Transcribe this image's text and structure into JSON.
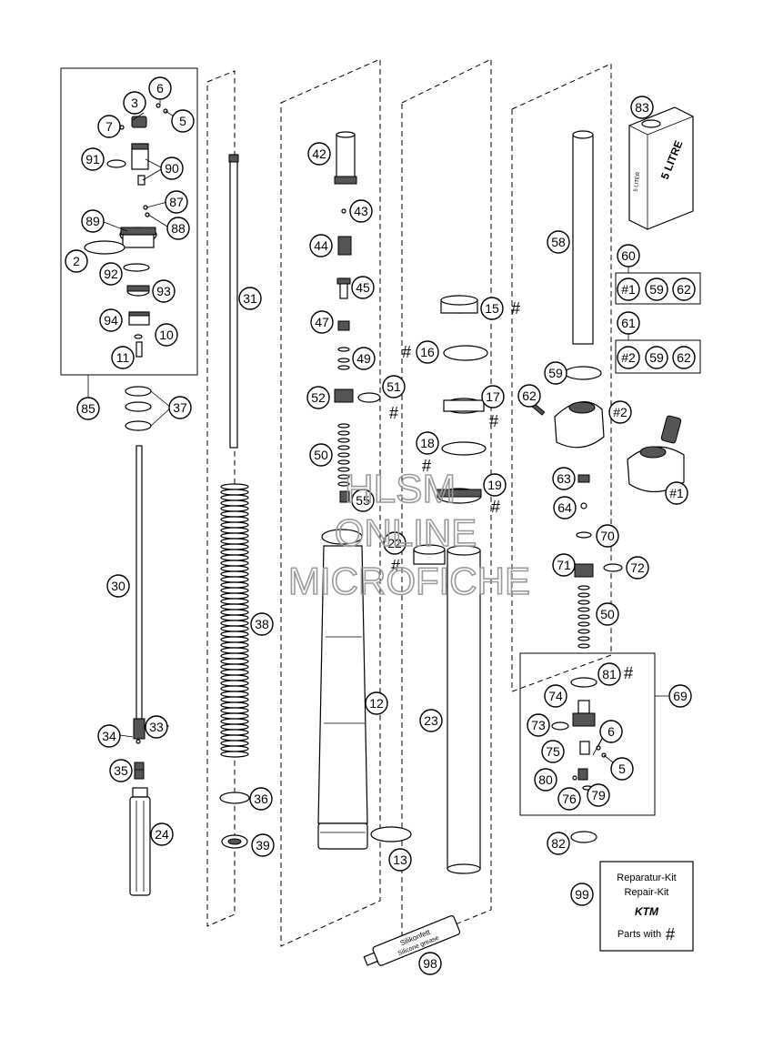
{
  "callouts": {
    "p3": "3",
    "p6a": "6",
    "p5a": "5",
    "p7": "7",
    "p91": "91",
    "p90": "90",
    "p87": "87",
    "p88": "88",
    "p89": "89",
    "p2": "2",
    "p92": "92",
    "p93": "93",
    "p94": "94",
    "p10": "10",
    "p11": "11",
    "p85": "85",
    "p37": "37",
    "p30": "30",
    "p33": "33",
    "p34": "34",
    "p35": "35",
    "p24": "24",
    "p31": "31",
    "p38": "38",
    "p36": "36",
    "p39": "39",
    "p42": "42",
    "p43": "43",
    "p44": "44",
    "p45": "45",
    "p47": "47",
    "p49": "49",
    "p52": "52",
    "p51": "51",
    "p50a": "50",
    "p55": "55",
    "p22": "22",
    "p12": "12",
    "p13": "13",
    "p98": "98",
    "p15": "15",
    "p16": "16",
    "p17": "17",
    "p18": "18",
    "p19": "19",
    "p23": "23",
    "p58": "58",
    "p83": "83",
    "p60": "60",
    "p61": "61",
    "k1a": "#1",
    "k59a": "59",
    "k62a": "62",
    "k2b": "#2",
    "k59b": "59",
    "k62b": "62",
    "p59": "59",
    "p62": "62",
    "v2": "#2",
    "v1": "#1",
    "p63": "63",
    "p64": "64",
    "p70": "70",
    "p71": "71",
    "p72": "72",
    "p50b": "50",
    "p81": "81",
    "p69": "69",
    "p74": "74",
    "p73": "73",
    "p6b": "6",
    "p75": "75",
    "p5b": "5",
    "p80": "80",
    "p76": "76",
    "p79": "79",
    "p82": "82",
    "p99": "99"
  },
  "hash_mark": "#",
  "oil_can": {
    "label_front": "5 LITRE",
    "label_side": "5 LITER"
  },
  "grease_tube": {
    "label_top": "Silikonfett",
    "label_bottom": "Silicone grease"
  },
  "repair_kit": {
    "line1": "Reparatur-Kit",
    "line2": "Repair-Kit",
    "logo": "KTM",
    "line3": "Parts with",
    "hash": "#"
  },
  "watermark": {
    "line1": "HLSM",
    "line2": "ONLINE",
    "line3": "MICROFICHE"
  }
}
